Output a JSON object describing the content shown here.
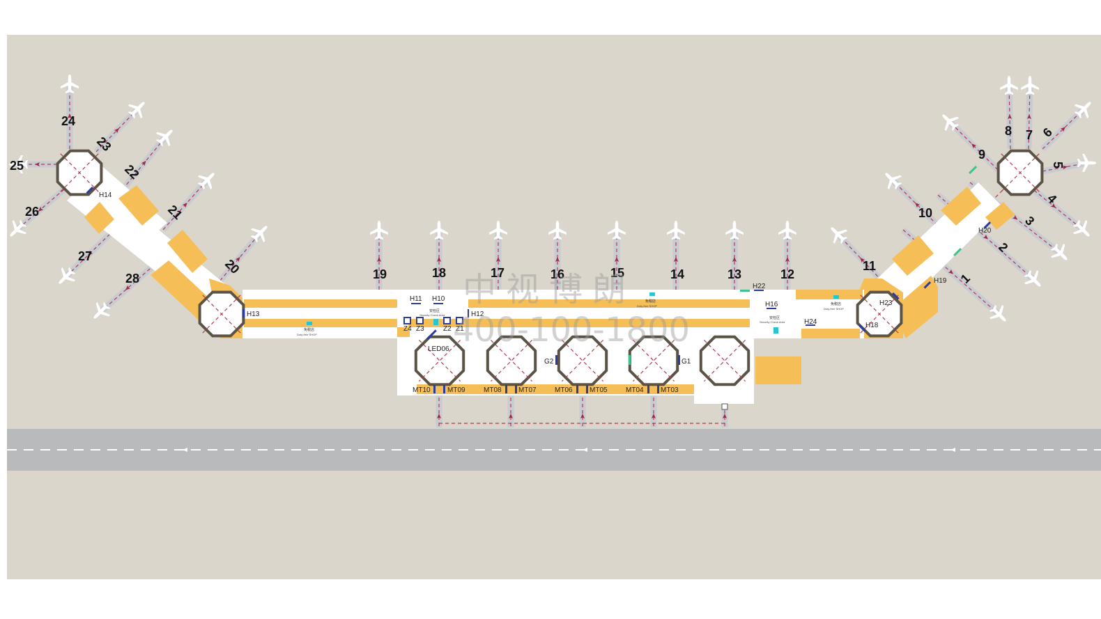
{
  "colors": {
    "apron": "#dad6cc",
    "runway": "#b9babc",
    "terminal": "#ffffff",
    "shop": "#f6be57",
    "route": "#b03a50",
    "ad_marker": "#2a3d9c",
    "hall_outline": "#5a5346"
  },
  "gates": [
    "1",
    "2",
    "3",
    "4",
    "5",
    "6",
    "7",
    "8",
    "9",
    "10",
    "11",
    "12",
    "13",
    "14",
    "15",
    "16",
    "17",
    "18",
    "19",
    "20",
    "21",
    "22",
    "23",
    "24",
    "25",
    "26",
    "27",
    "28"
  ],
  "ad_positions": {
    "H10": "H10",
    "H11": "H11",
    "H12": "H12",
    "H13": "H13",
    "H14": "H14",
    "H16": "H16",
    "H18": "H18",
    "H19": "H19",
    "H20": "H20",
    "H22": "H22",
    "H23": "H23",
    "H24": "H24",
    "Z1": "Z1",
    "Z2": "Z2",
    "Z3": "Z3",
    "Z4": "Z4",
    "G1": "G1",
    "G2": "G2",
    "LED06": "LED06",
    "MT03": "MT03",
    "MT04": "MT04",
    "MT05": "MT05",
    "MT06": "MT06",
    "MT07": "MT07",
    "MT08": "MT08",
    "MT09": "MT09",
    "MT10": "MT10"
  },
  "small_labels": {
    "security_cn": "安检区",
    "security_en": "Security Check Area",
    "dutyfree_cn": "免税店",
    "dutyfree_en": "Duty-free SHOP"
  },
  "watermark": {
    "line1": "中视博朗",
    "line2": "400-100-1800"
  },
  "icons": [
    "plane-icon",
    "route-arrow-icon",
    "elevator-icon",
    "ad-marker-icon"
  ]
}
